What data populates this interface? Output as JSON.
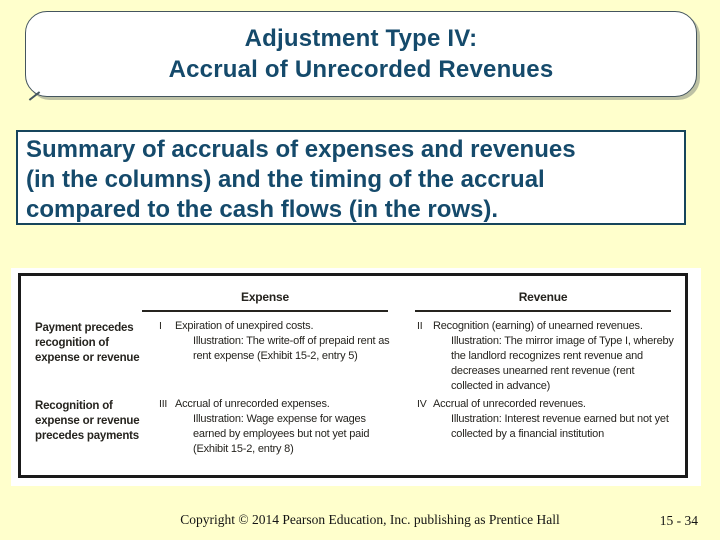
{
  "title": {
    "line1": "Adjustment Type IV:",
    "line2": "Accrual of Unrecorded Revenues"
  },
  "summary": {
    "lines": [
      "Summary of accruals of expenses and revenues",
      "(in the columns) and the timing of the accrual",
      "compared to the cash flows (in the rows)."
    ]
  },
  "table": {
    "columns": [
      "Expense",
      "Revenue"
    ],
    "rows": [
      {
        "header": "Payment precedes recognition of expense or revenue",
        "expense": {
          "numeral": "I",
          "main": "Expiration of unexpired costs.",
          "illustration": "Illustration: The write-off of prepaid rent as rent expense (Exhibit 15-2, entry 5)"
        },
        "revenue": {
          "numeral": "II",
          "main": "Recognition (earning) of unearned revenues.",
          "illustration": "Illustration: The mirror image of Type I, whereby the landlord recognizes rent revenue and decreases unearned rent revenue (rent collected in advance)"
        }
      },
      {
        "header": "Recognition of expense or revenue precedes payments",
        "expense": {
          "numeral": "III",
          "main": "Accrual of unrecorded expenses.",
          "illustration": "Illustration: Wage expense for wages earned by employees but not yet paid (Exhibit 15-2, entry 8)"
        },
        "revenue": {
          "numeral": "IV",
          "main": "Accrual of unrecorded revenues.",
          "illustration": "Illustration: Interest revenue earned but not yet collected by a financial institution"
        }
      }
    ]
  },
  "footer": {
    "copyright": "Copyright © 2014 Pearson Education, Inc. publishing as Prentice Hall",
    "page": "15 - 34"
  },
  "colors": {
    "slide_background": "#FFFFCC",
    "heading_text": "#154A6B",
    "box_border": "#17455C",
    "table_border": "#1A1A1A",
    "table_text": "#26241F"
  }
}
